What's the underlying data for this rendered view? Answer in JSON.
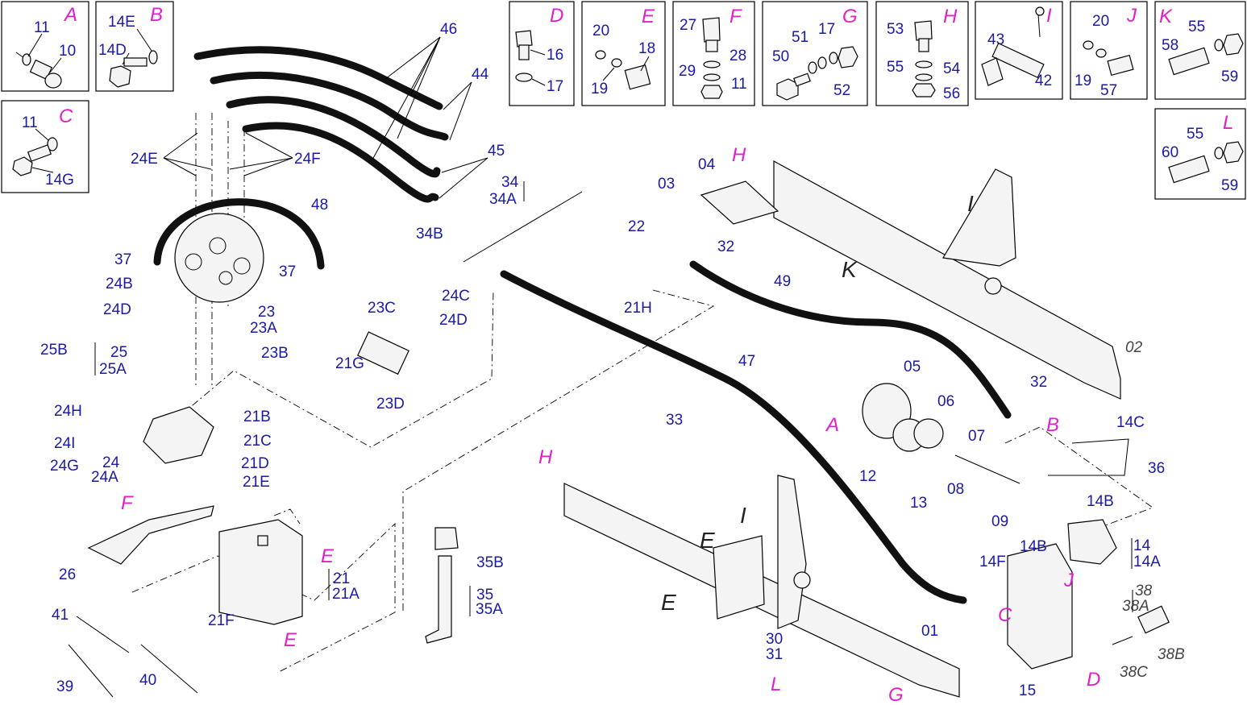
{
  "detail_boxes": [
    {
      "letter": "A",
      "labels": [
        "11",
        "10"
      ]
    },
    {
      "letter": "B",
      "labels": [
        "14E",
        "14D"
      ]
    },
    {
      "letter": "C",
      "labels": [
        "11",
        "14G"
      ]
    },
    {
      "letter": "D",
      "labels": [
        "16",
        "17"
      ]
    },
    {
      "letter": "E",
      "labels": [
        "20",
        "18",
        "19"
      ]
    },
    {
      "letter": "F",
      "labels": [
        "27",
        "28",
        "29",
        "11"
      ]
    },
    {
      "letter": "G",
      "labels": [
        "51",
        "17",
        "50",
        "52"
      ]
    },
    {
      "letter": "H",
      "labels": [
        "53",
        "54",
        "55",
        "56"
      ]
    },
    {
      "letter": "I",
      "labels": [
        "43",
        "42"
      ]
    },
    {
      "letter": "J",
      "labels": [
        "20",
        "19",
        "57"
      ]
    },
    {
      "letter": "K",
      "labels": [
        "55",
        "58",
        "59"
      ]
    },
    {
      "letter": "L",
      "labels": [
        "55",
        "60",
        "59"
      ]
    }
  ],
  "part_labels": {
    "p46": "46",
    "p44": "44",
    "p45": "45",
    "p48": "48",
    "p34": "34",
    "p34A": "34A",
    "p34B": "34B",
    "p24E": "24E",
    "p24F": "24F",
    "p37a": "37",
    "p37b": "37",
    "p24B": "24B",
    "p24D": "24D",
    "p23": "23",
    "p23A": "23A",
    "p23C": "23C",
    "p23B": "23B",
    "p21G": "21G",
    "p23D": "23D",
    "p24C": "24C",
    "p24Db": "24D",
    "p25B": "25B",
    "p25": "25",
    "p25A": "25A",
    "p24H": "24H",
    "p24I": "24I",
    "p24G": "24G",
    "p24": "24",
    "p24A": "24A",
    "p26": "26",
    "p21B": "21B",
    "p21C": "21C",
    "p21D": "21D",
    "p21E": "21E",
    "p21": "21",
    "p21A": "21A",
    "p21F": "21F",
    "p41": "41",
    "p39": "39",
    "p40": "40",
    "p35B": "35B",
    "p35": "35",
    "p35A": "35A",
    "p22": "22",
    "p32a": "32",
    "p21H": "21H",
    "p49": "49",
    "p47": "47",
    "p33": "33",
    "p04": "04",
    "p03": "03",
    "p02": "02",
    "p05": "05",
    "p06": "06",
    "p07": "07",
    "p12": "12",
    "p13": "13",
    "p08": "08",
    "p09": "09",
    "p32b": "32",
    "p14C": "14C",
    "p36": "36",
    "p14B": "14B",
    "p14Bb": "14B",
    "p14": "14",
    "p14A": "14A",
    "p14F": "14F",
    "p01": "01",
    "p30": "30",
    "p31": "31",
    "p15": "15",
    "p38": "38",
    "p38A": "38A",
    "p38B": "38B",
    "p38C": "38C"
  },
  "callouts": {
    "F": "F",
    "E1": "E",
    "E2": "E",
    "H1": "H",
    "H2": "H",
    "I1": "I",
    "I2": "I",
    "K": "K",
    "A": "A",
    "B": "B",
    "J": "J",
    "C": "C",
    "D": "D",
    "E3": "E",
    "E4": "E",
    "L": "L",
    "G": "G"
  }
}
